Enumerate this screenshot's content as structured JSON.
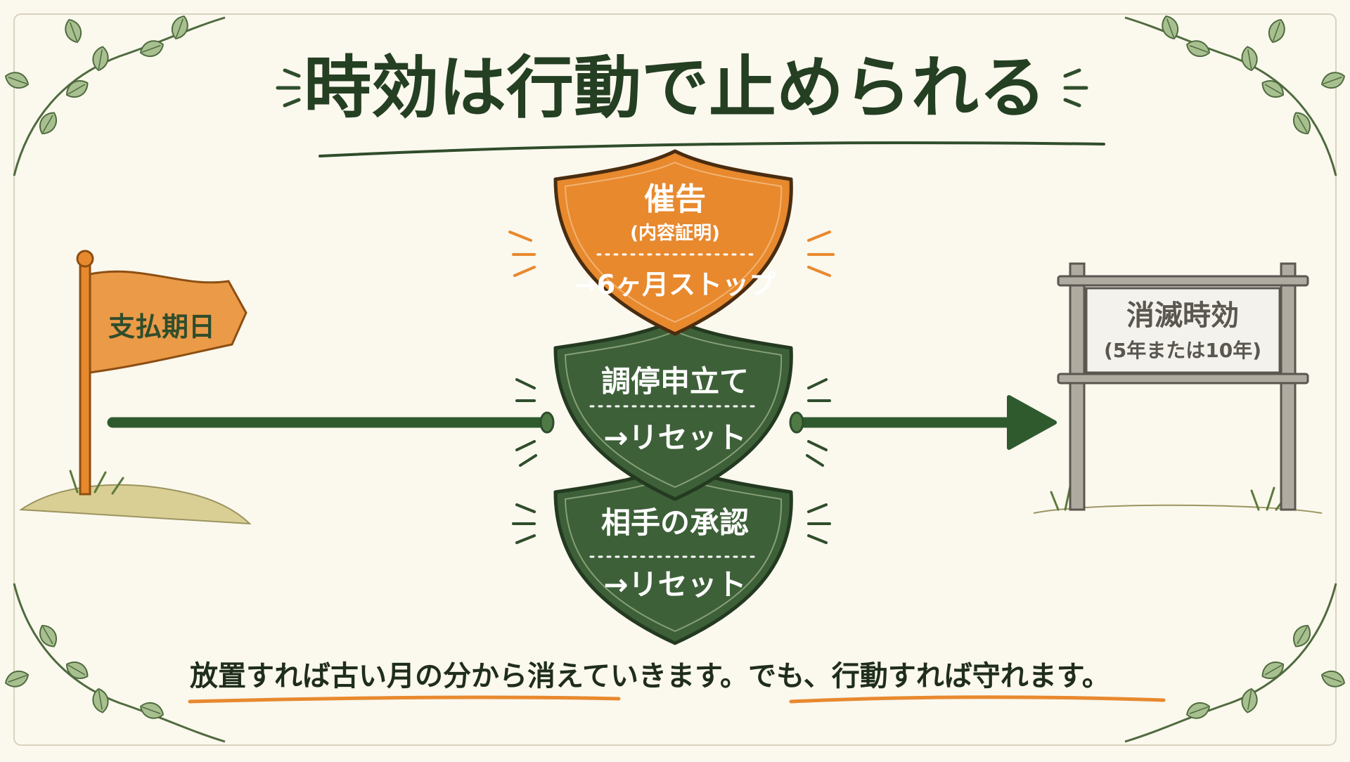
{
  "title": "時効は行動で止められる",
  "flag": {
    "label": "支払期日"
  },
  "shields": [
    {
      "title": "催告",
      "subtitle": "(内容証明)",
      "result": "→6ヶ月ストップ",
      "fill": "#e8892e"
    },
    {
      "title": "調停申立て",
      "subtitle": "",
      "result": "→リセット",
      "fill": "#3d6038"
    },
    {
      "title": "相手の承認",
      "subtitle": "",
      "result": "→リセット",
      "fill": "#3d6038"
    }
  ],
  "signboard": {
    "title": "消滅時効",
    "subtitle": "(5年または10年)"
  },
  "footer": {
    "part1": "放置すれば古い月の分から消えていきます。",
    "part2": "でも、行動すれば守れます。"
  },
  "colors": {
    "dark_green": "#2f4d2c",
    "orange": "#e8892e",
    "leaf_green": "#8eab78",
    "background": "#fbf8ee"
  }
}
